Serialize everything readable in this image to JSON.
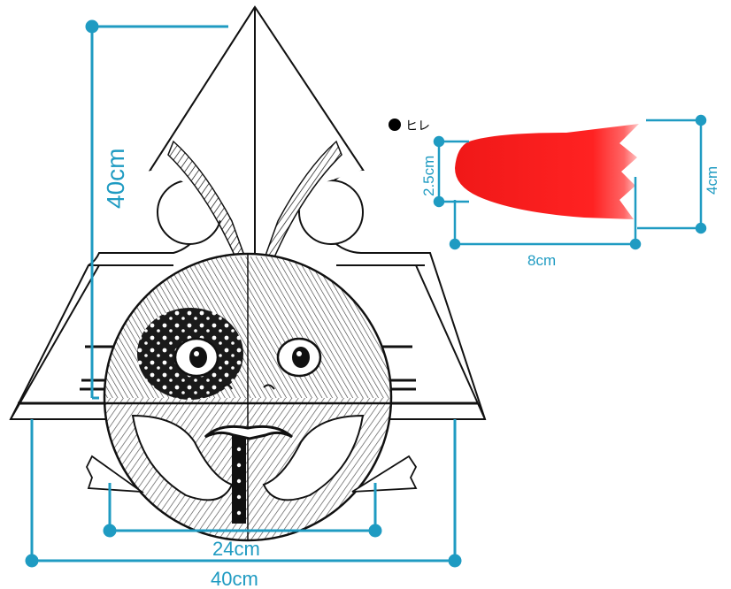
{
  "kite_dimensions": {
    "height_label": "40cm",
    "mouth_width_label": "24cm",
    "base_width_label": "40cm"
  },
  "fin_part": {
    "title": "ヒレ",
    "height_left_label": "2.5cm",
    "length_label": "8cm",
    "height_right_label": "4cm"
  },
  "colors": {
    "dimension_lines": "#1f9bc2",
    "fin_fill": "#f02020",
    "ink": "#111111"
  }
}
